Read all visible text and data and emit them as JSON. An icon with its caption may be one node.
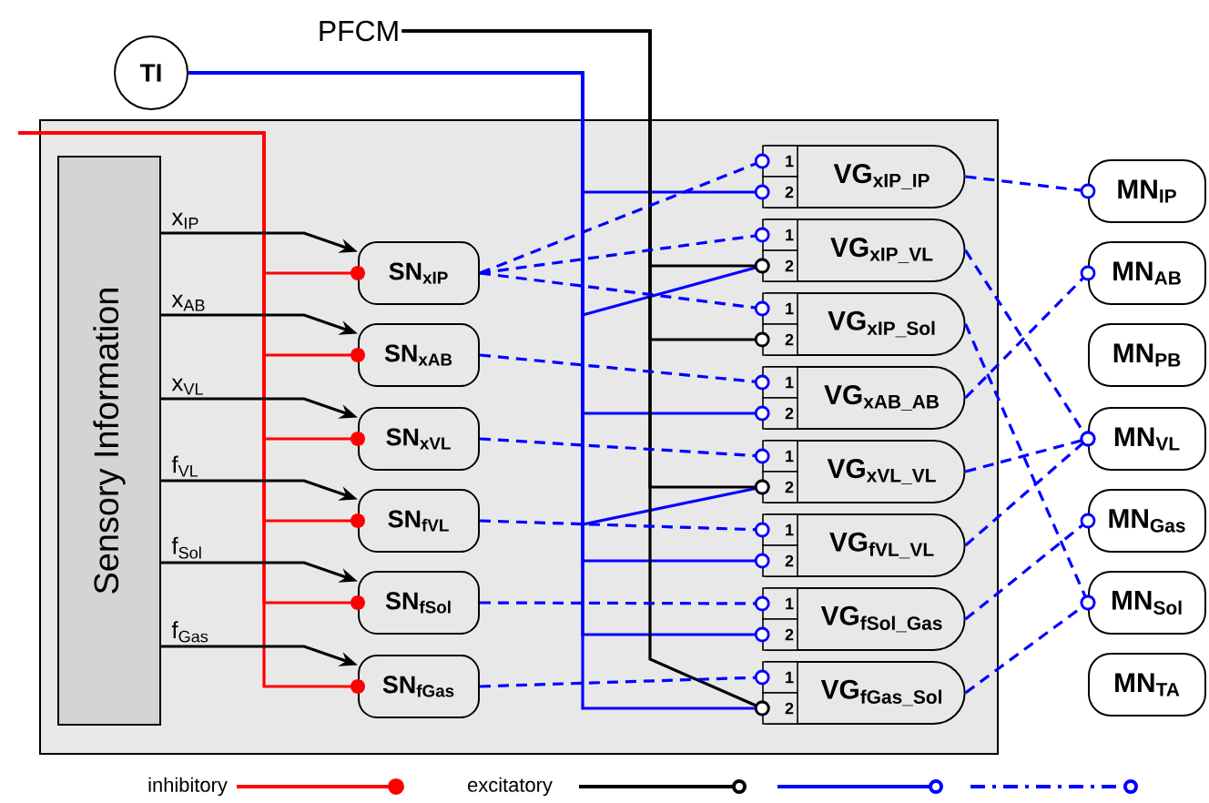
{
  "diagram": {
    "nodes": [
      {
        "text": [
          "PFCM"
        ]
      },
      {
        "text": [
          "TI"
        ]
      },
      {
        "text": [
          "Sensory Information"
        ]
      },
      {
        "text": [
          "SN$_{xIP}$"
        ]
      },
      {
        "text": [
          "SN$_{xAB}$"
        ]
      },
      {
        "text": [
          "SN$_{xVL}$"
        ]
      },
      {
        "text": [
          "SN$_{fVL}$"
        ]
      },
      {
        "text": [
          "SN$_{fSol}$"
        ]
      },
      {
        "text": [
          "SN$_{fGas}$"
        ]
      },
      {
        "text": [
          "VG$_{xIP_IP}$"
        ]
      },
      {
        "text": [
          "1"
        ],
        "in": 9
      },
      {
        "text": [
          "2"
        ],
        "in": 9
      },
      {
        "text": [
          "VG$_{xIP_VL}$"
        ]
      },
      {
        "text": [
          "1"
        ],
        "in": 12
      },
      {
        "text": [
          "2"
        ],
        "in": 12
      },
      {
        "text": [
          "VG$_{xIP_Sol}$"
        ]
      },
      {
        "text": [
          "1"
        ],
        "in": 15
      },
      {
        "text": [
          "2"
        ],
        "in": 15
      },
      {
        "text": [
          "VG$_{xAB_AB}$"
        ]
      },
      {
        "text": [
          "1"
        ],
        "in": 18
      },
      {
        "text": [
          "2"
        ],
        "in": 18
      },
      {
        "text": [
          "VG$_{xVL_VL}$"
        ]
      },
      {
        "text": [
          "1"
        ],
        "in": 21
      },
      {
        "text": [
          "2"
        ],
        "in": 21
      },
      {
        "text": [
          "VG$_{fVL_VL}$"
        ]
      },
      {
        "text": [
          "1"
        ],
        "in": 24
      },
      {
        "text": [
          "2"
        ],
        "in": 24
      },
      {
        "text": [
          "VG$_{fSol_Gas}$"
        ]
      },
      {
        "text": [
          "1"
        ],
        "in": 27
      },
      {
        "text": [
          "2"
        ],
        "in": 27
      },
      {
        "text": [
          "VG$_{fGas_Sol}$"
        ]
      },
      {
        "text": [
          "1"
        ],
        "in": 30
      },
      {
        "text": [
          "2"
        ],
        "in": 30
      },
      {
        "text": [
          "MN$_{IP}$"
        ]
      },
      {
        "text": [
          "MN$_{AB}$"
        ]
      },
      {
        "text": [
          "MN$_{PB}$"
        ]
      },
      {
        "text": [
          "MN$_{VL}$"
        ]
      },
      {
        "text": [
          "MN$_{Gas}$"
        ]
      },
      {
        "text": [
          "MN$_{Sol}$"
        ]
      },
      {
        "text": [
          "MN$_{TA}$"
        ]
      }
    ],
    "edges": [
      {
        "from": null,
        "to": 3,
        "arrow": "other",
        "color": "#ff0000"
      },
      {
        "from": null,
        "to": 4,
        "arrow": "other",
        "color": "#ff0000"
      },
      {
        "from": null,
        "to": 5,
        "arrow": "other",
        "color": "#ff0000"
      },
      {
        "from": null,
        "to": 6,
        "arrow": "other",
        "color": "#ff0000"
      },
      {
        "from": null,
        "to": 7,
        "arrow": "other",
        "color": "#ff0000"
      },
      {
        "from": null,
        "to": 8,
        "arrow": "other",
        "color": "#ff0000"
      },
      {
        "from": 2,
        "to": 3,
        "arrow": "to",
        "label": "x$_{IP}$",
        "color": "#000000"
      },
      {
        "from": 2,
        "to": 4,
        "arrow": "to",
        "label": "x$_{AB}$",
        "color": "#000000"
      },
      {
        "from": 2,
        "to": 5,
        "arrow": "to",
        "label": "x$_{VL}$",
        "color": "#000000"
      },
      {
        "from": 2,
        "to": 6,
        "arrow": "to",
        "label": "f$_{VL}$",
        "color": "#000000"
      },
      {
        "from": 2,
        "to": 7,
        "arrow": "to",
        "label": "f$_{Sol}$",
        "color": "#000000"
      },
      {
        "from": 2,
        "to": 8,
        "arrow": "to",
        "label": "f$_{Gas}$",
        "color": "#000000"
      },
      {
        "from": 1,
        "to": 11,
        "arrow": "other"
      },
      {
        "from": 1,
        "to": 14,
        "arrow": "other"
      },
      {
        "from": 1,
        "to": 20,
        "arrow": "other"
      },
      {
        "from": 1,
        "to": 23,
        "arrow": "other"
      },
      {
        "from": 1,
        "to": 26,
        "arrow": "other"
      },
      {
        "from": 1,
        "to": 29,
        "arrow": "other"
      },
      {
        "from": 1,
        "to": 32,
        "arrow": "other"
      },
      {
        "from": 0,
        "to": 14,
        "arrow": "other",
        "color": "#000000"
      },
      {
        "from": 0,
        "to": 17,
        "arrow": "other",
        "color": "#000000"
      },
      {
        "from": 0,
        "to": 23,
        "arrow": "other",
        "color": "#000000"
      },
      {
        "from": 0,
        "to": 32,
        "arrow": "other",
        "color": "#000000"
      },
      {
        "from": 3,
        "to": 10,
        "arrow": "other",
        "style": "dashed"
      },
      {
        "from": 3,
        "to": 13,
        "arrow": "other",
        "style": "dashed"
      },
      {
        "from": 3,
        "to": 16,
        "arrow": "other",
        "style": "dashed"
      },
      {
        "from": 4,
        "to": 19,
        "arrow": "other",
        "style": "dashed"
      },
      {
        "from": 5,
        "to": 22,
        "arrow": "other",
        "style": "dashed"
      },
      {
        "from": 6,
        "to": 25,
        "arrow": "other",
        "style": "dashed"
      },
      {
        "from": 7,
        "to": 28,
        "arrow": "other",
        "style": "dashed"
      },
      {
        "from": 8,
        "to": 31,
        "arrow": "other",
        "style": "dashed"
      },
      {
        "from": 9,
        "to": 33,
        "arrow": "other",
        "style": "dashed"
      },
      {
        "from": 12,
        "to": 36,
        "arrow": "other",
        "style": "dashed"
      },
      {
        "from": 15,
        "to": 38,
        "arrow": "other",
        "style": "dashed"
      },
      {
        "from": 18,
        "to": 34,
        "arrow": "other",
        "style": "dashed"
      },
      {
        "from": 21,
        "to": 36,
        "arrow": "other",
        "style": "dashed"
      },
      {
        "from": 24,
        "to": 36,
        "arrow": "other",
        "style": "dashed"
      },
      {
        "from": 27,
        "to": 37,
        "arrow": "other",
        "style": "dashed"
      },
      {
        "from": 30,
        "to": 38,
        "arrow": "other",
        "style": "dashed"
      }
    ],
    "legend": [
      {
        "text": "inhibitory"
      },
      {
        "text": "excitatory"
      }
    ]
  }
}
